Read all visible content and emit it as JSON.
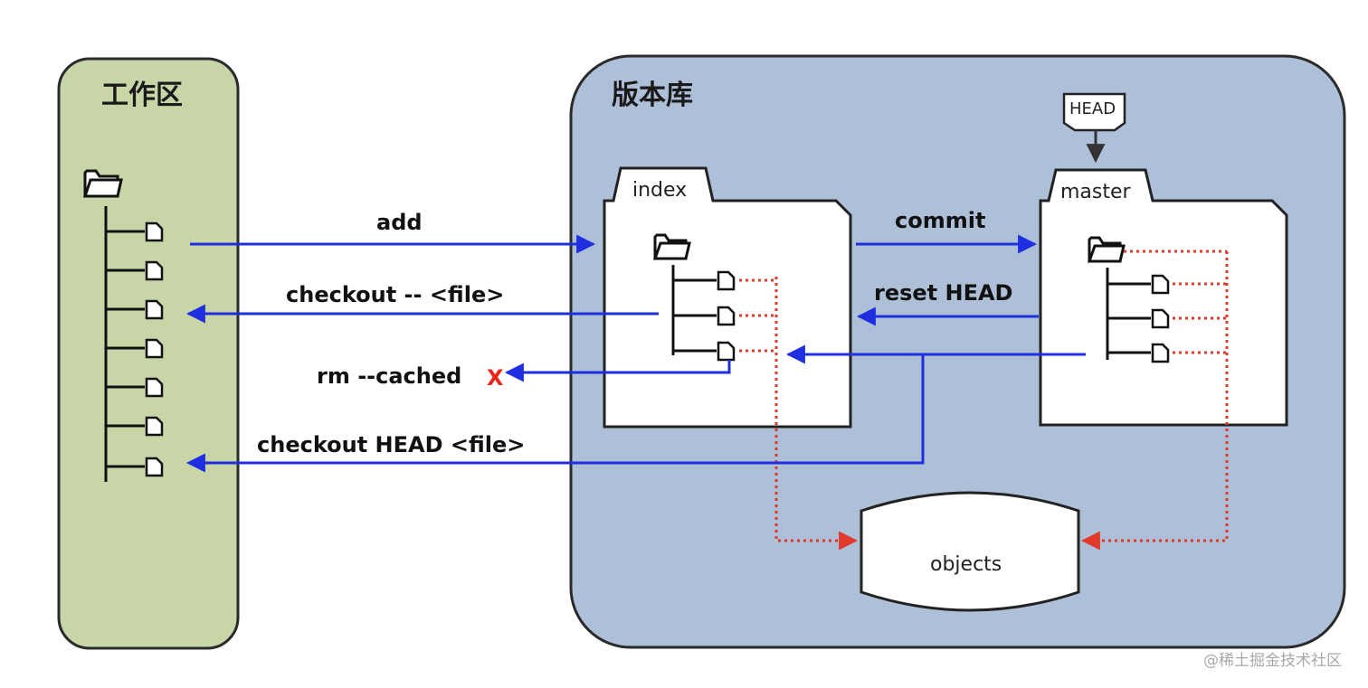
{
  "workspace": {
    "title": "工作区"
  },
  "repository": {
    "title": "版本库"
  },
  "index_box": {
    "label": "index"
  },
  "master_box": {
    "label": "master"
  },
  "head_pointer": {
    "label": "HEAD"
  },
  "objects_store": {
    "label": "objects"
  },
  "commands": {
    "add": "add",
    "checkout_file": "checkout -- <file>",
    "rm_cached": "rm --cached",
    "rm_cached_mark": "X",
    "checkout_head_file": "checkout HEAD <file>",
    "commit": "commit",
    "reset_head": "reset HEAD"
  },
  "watermark": "@稀土掘金技术社区",
  "colors": {
    "workspace_fill": "#c8d5a6",
    "repository_fill": "#aebfd8",
    "arrow_blue": "#1f2fe0",
    "arrow_red": "#e23a2a",
    "cross_red": "#e8261c"
  }
}
